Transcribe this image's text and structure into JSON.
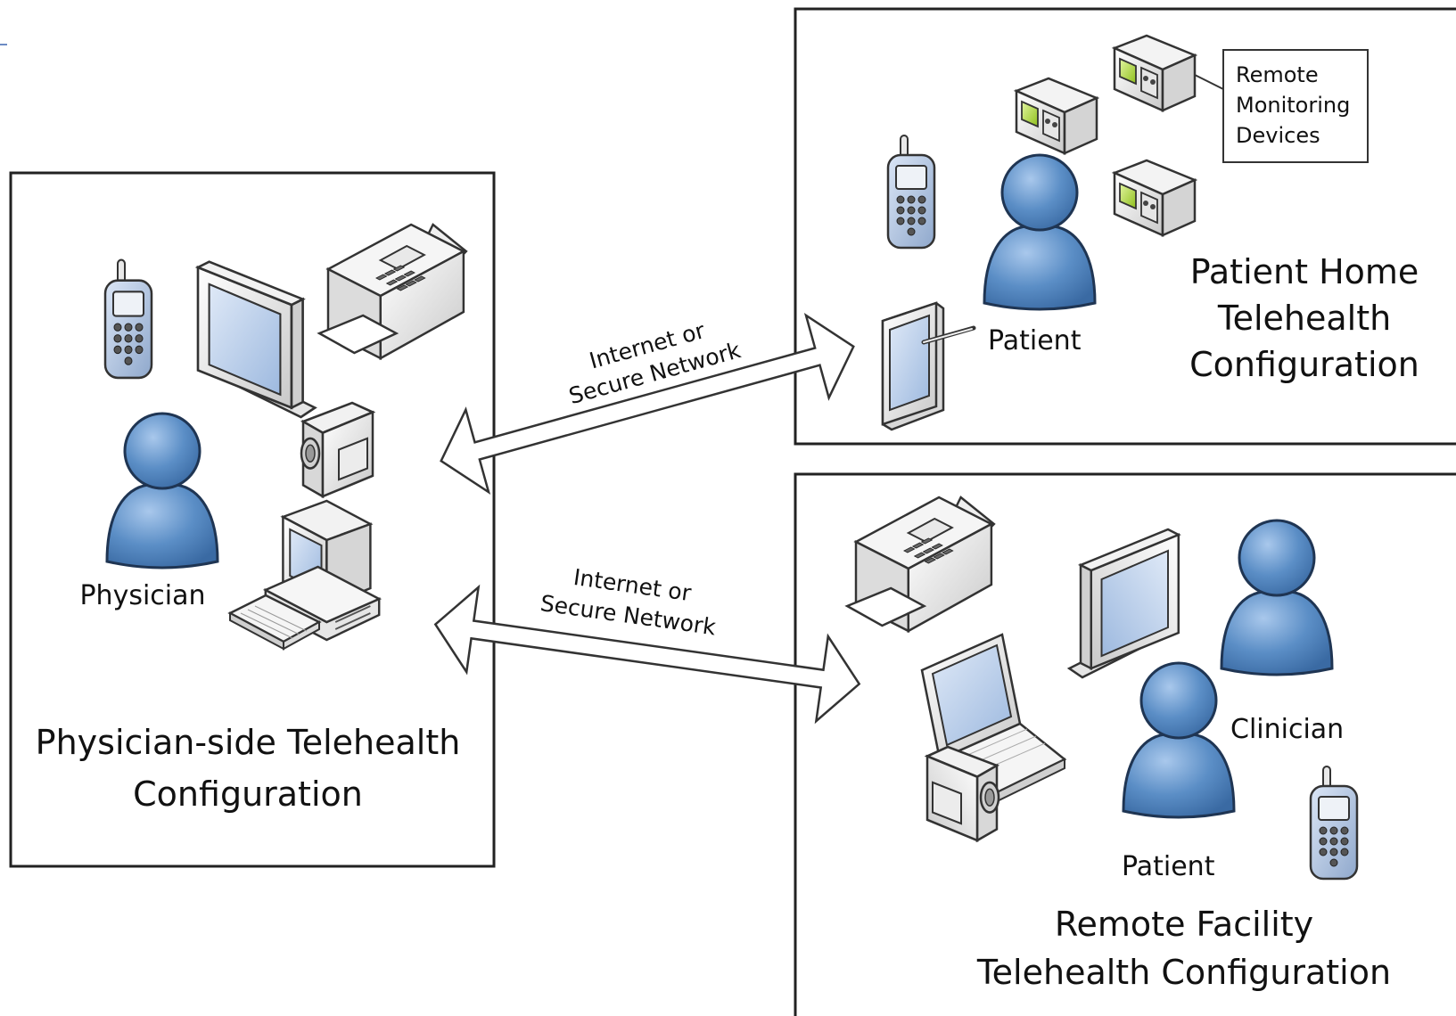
{
  "physician_box": {
    "title_line1": "Physician-side Telehealth",
    "title_line2": "Configuration",
    "person_label": "Physician"
  },
  "home_box": {
    "title_line1": "Patient Home",
    "title_line2": "Telehealth",
    "title_line3": "Configuration",
    "person_label": "Patient",
    "callout_line1": "Remote",
    "callout_line2": "Monitoring",
    "callout_line3": "Devices"
  },
  "facility_box": {
    "title_line1": "Remote Facility",
    "title_line2": "Telehealth Configuration",
    "clinician_label": "Clinician",
    "patient_label": "Patient"
  },
  "links": {
    "upper_line1": "Internet or",
    "upper_line2": "Secure Network",
    "lower_line1": "Internet or",
    "lower_line2": "Secure Network"
  },
  "icons": [
    "person-icon",
    "mobile-phone-icon",
    "monitor-icon",
    "fax-machine-icon",
    "video-camera-icon",
    "desktop-computer-icon",
    "keyboard-icon",
    "tablet-icon",
    "monitoring-device-icon",
    "laptop-icon",
    "double-arrow-icon"
  ],
  "colors": {
    "person_fill": "#5b8ec6",
    "person_stroke": "#1f3553",
    "screen_green": "#a6d32c",
    "box_stroke": "#222222"
  }
}
